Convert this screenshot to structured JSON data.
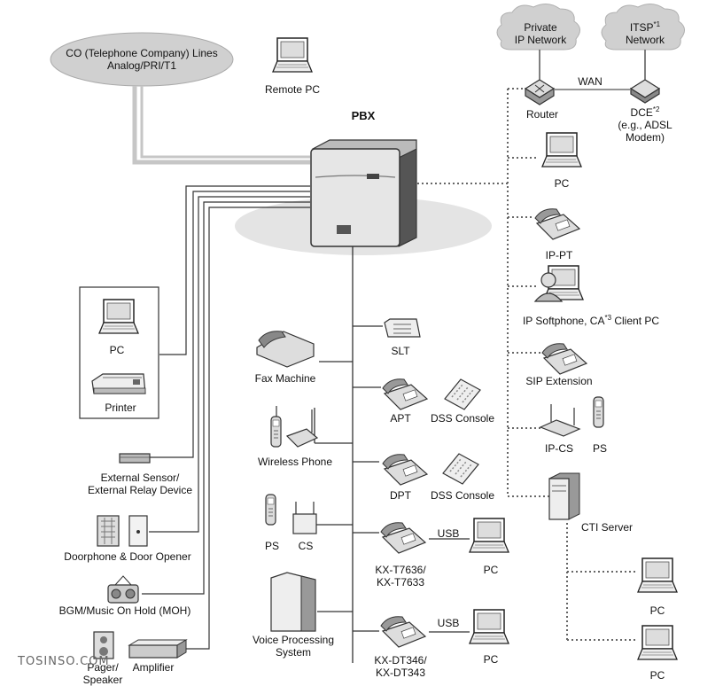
{
  "labels": {
    "co_lines_1": "CO (Telephone Company) Lines",
    "co_lines_2": "Analog/PRI/T1",
    "remote_pc": "Remote PC",
    "pbx": "PBX",
    "private_ip_1": "Private",
    "private_ip_2": "IP Network",
    "itsp_1": "ITSP",
    "itsp_sup": "*1",
    "itsp_2": "Network",
    "wan": "WAN",
    "router": "Router",
    "dce_1": "DCE",
    "dce_sup": "*2",
    "dce_2": "(e.g., ADSL",
    "dce_3": "Modem)",
    "pc_right": "PC",
    "ip_pt": "IP-PT",
    "softphone_a": "IP Softphone, CA",
    "softphone_sup": "*3",
    "softphone_b": " Client PC",
    "sip_ext": "SIP Extension",
    "ip_cs": "IP-CS",
    "ps_right": "PS",
    "cti_server": "CTI Server",
    "pc_cti_1": "PC",
    "pc_cti_2": "PC",
    "pc_left": "PC",
    "printer": "Printer",
    "ext_sensor_1": "External Sensor/",
    "ext_sensor_2": "External Relay Device",
    "doorphone": "Doorphone & Door Opener",
    "bgm": "BGM/Music On Hold (MOH)",
    "pager_1": "Pager/",
    "pager_2": "Speaker",
    "amplifier": "Amplifier",
    "fax": "Fax Machine",
    "wireless": "Wireless Phone",
    "ps_mid": "PS",
    "cs_mid": "CS",
    "vps_1": "Voice Processing",
    "vps_2": "System",
    "slt": "SLT",
    "apt": "APT",
    "dss1": "DSS Console",
    "dpt": "DPT",
    "dss2": "DSS Console",
    "kxt_1": "KX-T7636/",
    "kxt_2": "KX-T7633",
    "usb1": "USB",
    "pc_usb1": "PC",
    "kxdt_1": "KX-DT346/",
    "kxdt_2": "KX-DT343",
    "usb2": "USB",
    "pc_usb2": "PC"
  },
  "watermark": "TOSINSO.COM",
  "icons": [
    "laptop-icon",
    "pbx-cabinet-icon",
    "cloud-icon",
    "router-icon",
    "modem-icon",
    "ip-phone-icon",
    "softphone-user-icon",
    "access-point-icon",
    "cordless-phone-icon",
    "server-icon",
    "printer-icon",
    "sensor-icon",
    "doorphone-icon",
    "door-opener-icon",
    "radio-icon",
    "speaker-icon",
    "amplifier-icon",
    "fax-icon",
    "single-line-phone-icon",
    "dss-console-icon",
    "voice-processing-icon"
  ]
}
